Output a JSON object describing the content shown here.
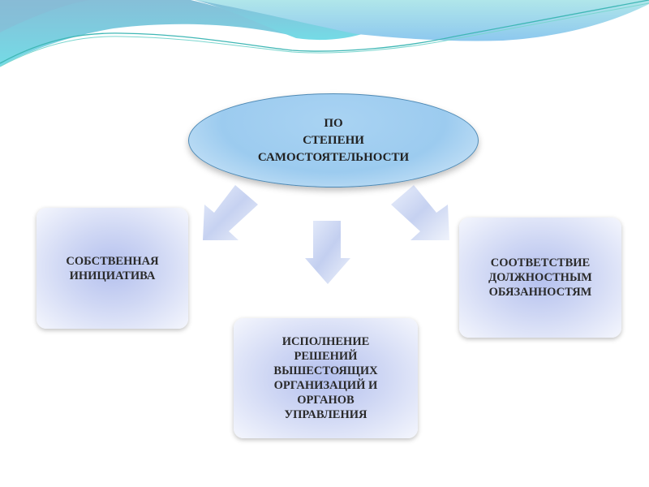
{
  "colors": {
    "wave_top": "#7fc7dc",
    "wave_accent": "#5bc3cf",
    "oval_fill": "#a5d0f2",
    "oval_border": "#4f8ab5",
    "box_center": "#b4c0ee"
  },
  "center": {
    "lines": [
      "ПО",
      "СТЕПЕНИ",
      "САМОСТОЯТЕЛЬНОСТИ"
    ]
  },
  "boxes": [
    {
      "text": "СОБСТВЕННАЯ\nИНИЦИАТИВА"
    },
    {
      "text": "СООТВЕТСТВИЕ\nДОЛЖНОСТНЫМ\nОБЯЗАННОСТЯМ"
    },
    {
      "text": "ИСПОЛНЕНИЕ\nРЕШЕНИЙ\nВЫШЕСТОЯЩИХ\nОРГАНИЗАЦИЙ И\nОРГАНОВ\nУПРАВЛЕНИЯ"
    }
  ]
}
